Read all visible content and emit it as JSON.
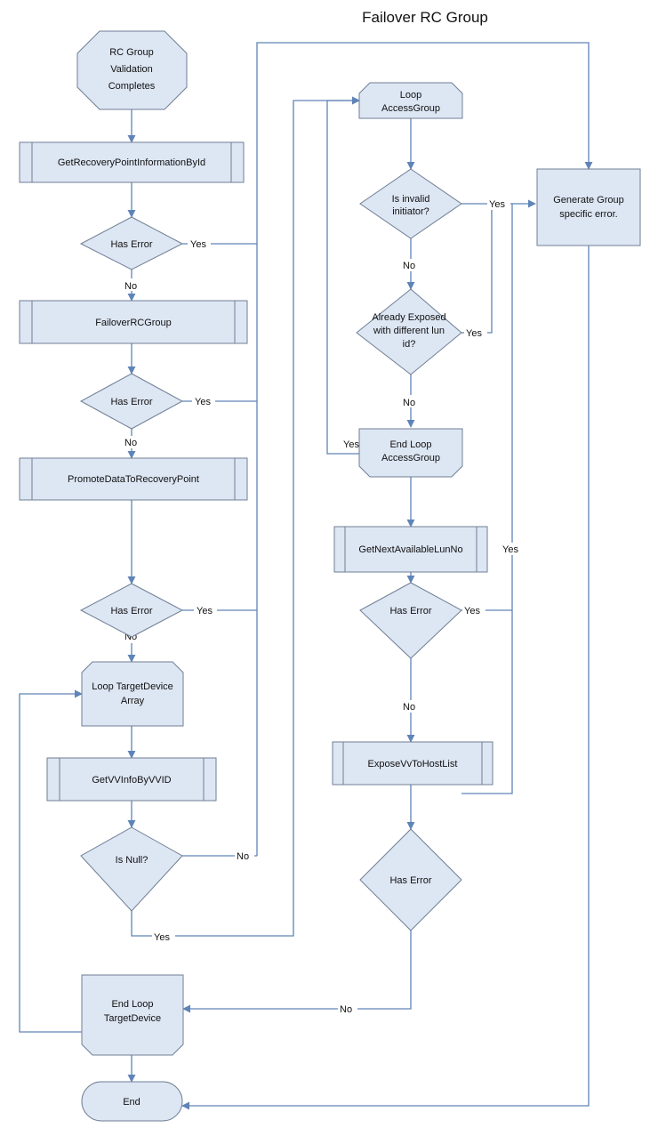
{
  "title": "Failover RC Group",
  "nodes": {
    "start": [
      "RC Group",
      "Validation",
      "Completes"
    ],
    "get_rp_info": [
      "GetRecoveryPointInformationById"
    ],
    "has_error_1": [
      "Has Error"
    ],
    "failover_rc_group": [
      "FailoverRCGroup"
    ],
    "has_error_2": [
      "Has Error"
    ],
    "promote_data": [
      "PromoteDataToRecoveryPoint"
    ],
    "has_error_3": [
      "Has Error"
    ],
    "loop_target_device": [
      "Loop TargetDevice",
      "Array"
    ],
    "get_vv_info": [
      "GetVVInfoByVVID"
    ],
    "is_null": [
      "Is Null?"
    ],
    "end_loop_target_device": [
      "End Loop",
      "TargetDevice"
    ],
    "end": [
      "End"
    ],
    "loop_access_group": [
      "Loop",
      "AccessGroup"
    ],
    "is_invalid_initiator": [
      "Is invalid",
      "initiator?"
    ],
    "already_exposed": [
      "Already Exposed",
      "with different lun",
      "id?"
    ],
    "end_loop_access_group": [
      "End Loop",
      "AccessGroup"
    ],
    "get_next_lun": [
      "GetNextAvailableLunNo"
    ],
    "has_error_4": [
      "Has Error"
    ],
    "expose_vv": [
      "ExposeVvToHostList"
    ],
    "has_error_5": [
      "Has Error"
    ],
    "generate_error": [
      "Generate Group",
      "specific error."
    ]
  },
  "edge_labels": {
    "he1_yes": "Yes",
    "he1_no": "No",
    "he2_yes": "Yes",
    "he2_no": "No",
    "he3_yes": "Yes",
    "he3_no": "No",
    "isnull_no": "No",
    "isnull_yes": "Yes",
    "invalid_yes": "Yes",
    "invalid_no": "No",
    "exposed_yes": "Yes",
    "exposed_no": "No",
    "endloop_ag_yes": "Yes",
    "he4_yes": "Yes",
    "he4_no": "No",
    "he5_yes": "Yes",
    "he5_no": "No"
  },
  "colors": {
    "node_fill": "#dde6f3",
    "node_stroke": "#6f7f94",
    "connector": "#5f84b8"
  }
}
